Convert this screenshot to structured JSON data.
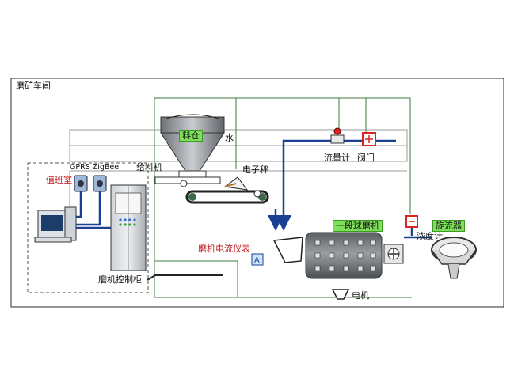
{
  "title": "磨矿车间",
  "labels": {
    "silo": "料仓",
    "water": "水",
    "feeder": "给料机",
    "scale": "电子秤",
    "flowmeter": "流量计",
    "valve": "阀门",
    "control_room": "值班室",
    "comm": "GPRS  ZigBee",
    "ball_mill": "一段球磨机",
    "cyclone": "旋流器",
    "density_meter": "浓度计",
    "mill_instrument": "磨机电流仪表",
    "control_cabinet": "磨机控制柜",
    "motor": "电机"
  },
  "colors": {
    "pipe_blue": "#1a3f93",
    "tag_green": "#7ee05a",
    "red_text": "#c01818",
    "frame_green": "#3e7a3e",
    "equipment_gray": "#8d9196"
  }
}
